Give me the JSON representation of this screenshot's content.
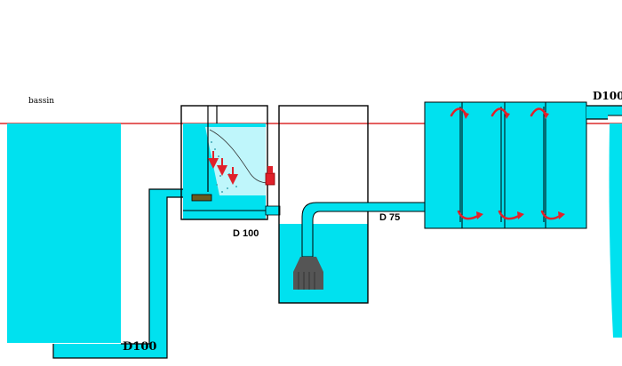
{
  "labels": {
    "basin": "bassin",
    "pipe_bottom": "D100",
    "pipe_middle": "D 100",
    "pipe_d75": "D 75",
    "pipe_top_right": "D100"
  },
  "colors": {
    "water": "#00e1ef",
    "water_light": "#bff6fb",
    "outline": "#000000",
    "water_level_line": "#d40000",
    "flow_arrow": "#e0202a",
    "valve": "#e0202a",
    "pump": "#555555",
    "filter_block": "#6b5a1e",
    "background": "#ffffff"
  },
  "icons": {
    "flow_arrows": "arrow-down-icon",
    "baffle_arrows": "curved-arrow-icon",
    "valve": "valve-icon",
    "pump": "pump-icon"
  }
}
